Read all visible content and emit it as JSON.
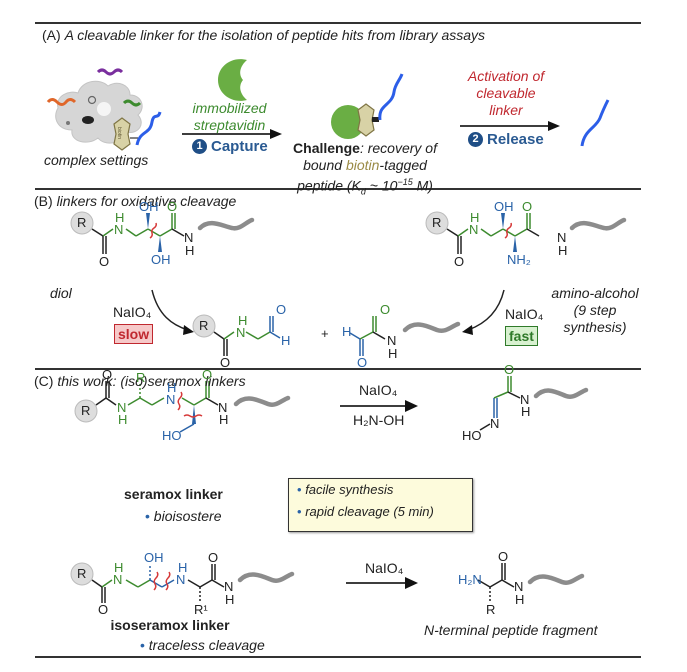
{
  "panel_a": {
    "label": "(A)",
    "title": "A cleavable linker for the isolation of peptide hits from library assays",
    "complex_settings": "complex settings",
    "biotin_tag_text": "biotin",
    "streptavidin_line1": "immobilized",
    "streptavidin_line2": "streptavidin",
    "step1_num": "1",
    "step1_label": "Capture",
    "challenge_bold": "Challenge",
    "challenge_line1_rest": ": recovery of",
    "challenge_line2_pre": "bound ",
    "challenge_line2_biotin": "biotin",
    "challenge_line2_post": "-tagged",
    "challenge_line3_pre": "peptide (K",
    "challenge_line3_sub": "d",
    "challenge_line3_mid": " ~ 10",
    "challenge_line3_sup": "−15",
    "challenge_line3_post": " M)",
    "activation_line1": "Activation of",
    "activation_line2": "cleavable",
    "activation_line3": "linker",
    "step2_num": "2",
    "step2_label": "Release"
  },
  "panel_b": {
    "label": "(B)",
    "title": "linkers for oxidative cleavage",
    "diol_label": "diol",
    "amino_alcohol_line1": "amino-alcohol",
    "amino_alcohol_line2": "(9 step",
    "amino_alcohol_line3": "synthesis)",
    "reagent_left": "NaIO₄",
    "reagent_right": "NaIO₄",
    "slow_badge": "slow",
    "fast_badge": "fast",
    "plus": "+",
    "atoms": {
      "R": "R",
      "N": "N",
      "H": "H",
      "O": "O",
      "OH": "OH",
      "NH2": "NH₂"
    }
  },
  "panel_c": {
    "label": "(C)",
    "title": "this work: (iso)seramox linkers",
    "seramox_name": "seramox linker",
    "seramox_feature": "bioisostere",
    "reagent1_top": "NaIO₄",
    "reagent1_bottom": "H₂N-OH",
    "feature_box": [
      "facile synthesis",
      "rapid cleavage (5 min)"
    ],
    "isoseramox_name": "isoseramox linker",
    "isoseramox_feature": "traceless cleavage",
    "reagent2_top": "NaIO₄",
    "product2_label": "N-terminal peptide fragment",
    "atoms": {
      "R": "R",
      "R1": "R¹",
      "HO": "HO",
      "H2N": "H₂N",
      "N": "N",
      "H": "H",
      "O": "O",
      "OH": "OH"
    }
  },
  "colors": {
    "green": "#3d8b2f",
    "blue": "#2a63a8",
    "red": "#c0282f",
    "peptide_blue": "#2c5ee8",
    "streptavidin_green": "#6aae44",
    "biotin_tan": "#d8d2a6",
    "grey_chain": "#8c8c8c",
    "feature_box_bg": "#fdfbdc"
  }
}
